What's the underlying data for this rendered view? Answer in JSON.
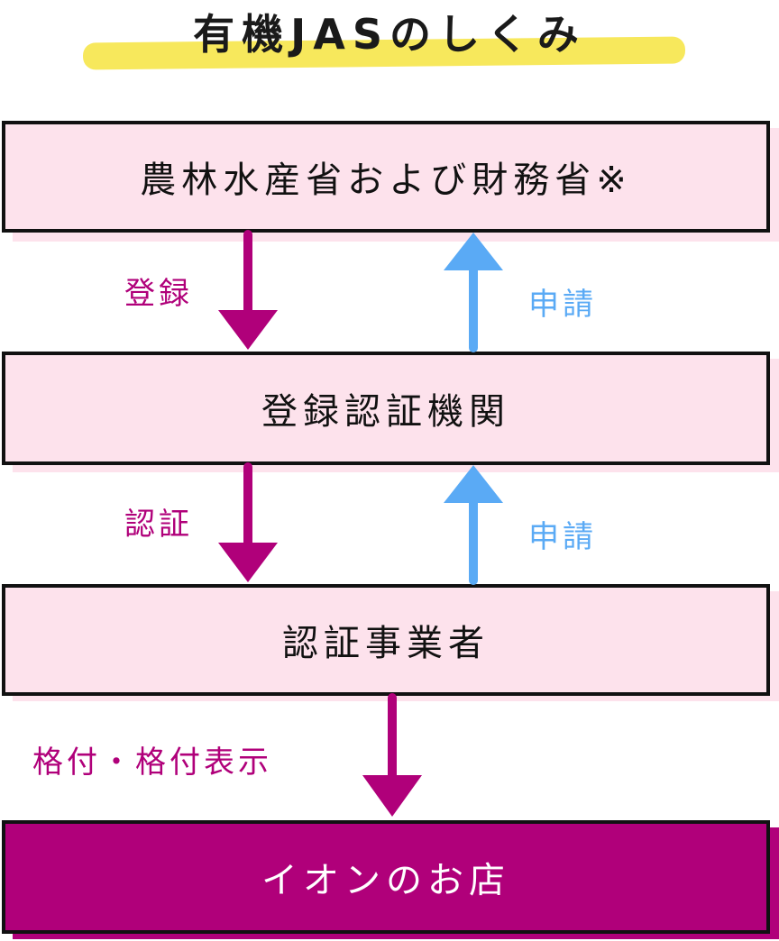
{
  "title": "有機JASのしくみ",
  "colors": {
    "highlight": "#f7e85c",
    "box_fill": "#fde2ec",
    "magenta": "#b0007a",
    "blue": "#5aaaf5",
    "stroke": "#111111"
  },
  "nodes": {
    "ministry": "農林水産省および財務省※",
    "certifier": "登録認証機関",
    "operator": "認証事業者",
    "store": "イオンのお店"
  },
  "edges": {
    "register": "登録",
    "apply_1": "申請",
    "certify": "認証",
    "apply_2": "申請",
    "grading": "格付・格付表示"
  }
}
